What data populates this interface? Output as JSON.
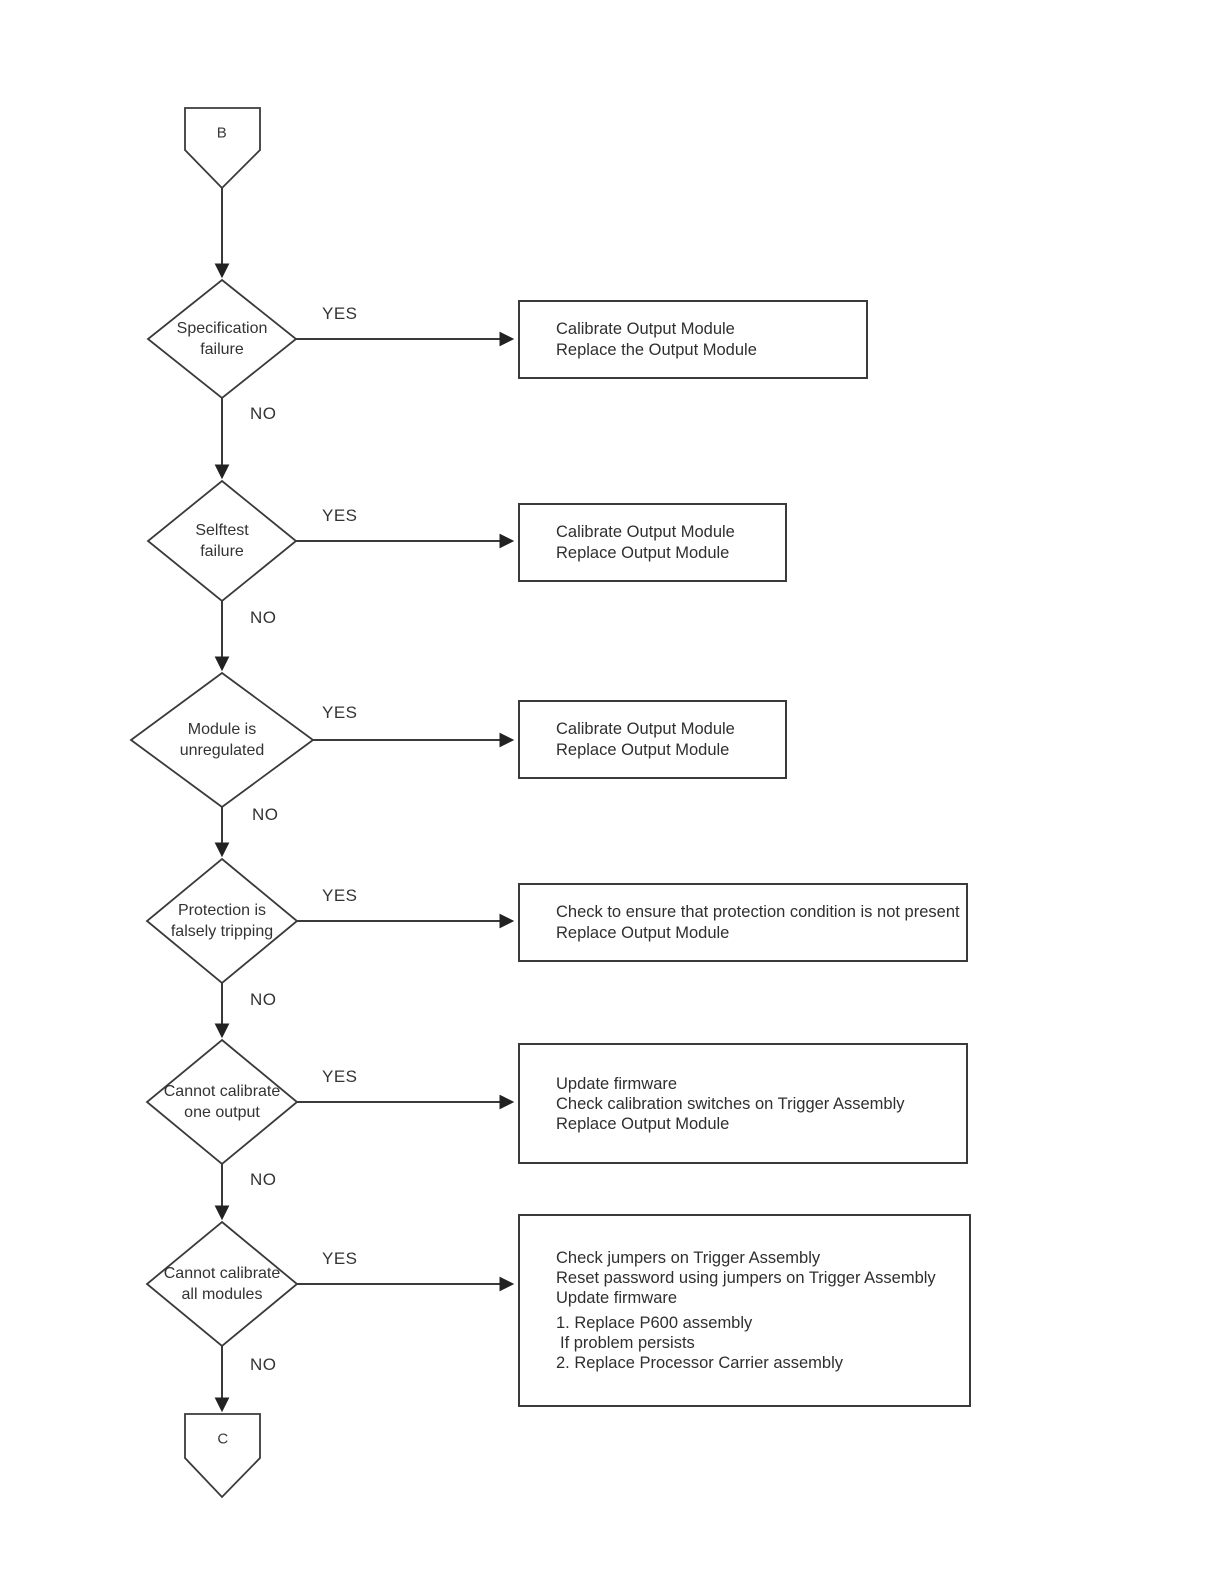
{
  "page": {
    "background": "#ffffff",
    "line_color": "#3a3a3a",
    "text_color": "#2f2f2f"
  },
  "connectors": {
    "entry_label": "B",
    "exit_label": "C"
  },
  "steps": [
    {
      "decision_line1": "Specification",
      "decision_line2": "failure",
      "yes_label": "YES",
      "no_label": "NO",
      "actions": [
        "Calibrate Output Module",
        "Replace the Output Module"
      ]
    },
    {
      "decision_line1": "Selftest",
      "decision_line2": "failure",
      "yes_label": "YES",
      "no_label": "NO",
      "actions": [
        "Calibrate Output Module",
        "Replace Output Module"
      ]
    },
    {
      "decision_line1": "Module is",
      "decision_line2": "unregulated",
      "yes_label": "YES",
      "no_label": "NO",
      "actions": [
        "Calibrate Output Module",
        "Replace Output Module"
      ]
    },
    {
      "decision_line1": "Protection is",
      "decision_line2": "falsely tripping",
      "yes_label": "YES",
      "no_label": "NO",
      "actions": [
        "Check to ensure that protection condition is not present",
        "Replace Output Module"
      ]
    },
    {
      "decision_line1": "Cannot calibrate",
      "decision_line2": "one output",
      "yes_label": "YES",
      "no_label": "NO",
      "actions": [
        "Update firmware",
        "Check calibration switches on Trigger Assembly",
        "Replace Output Module"
      ]
    },
    {
      "decision_line1": "Cannot calibrate",
      "decision_line2": "all modules",
      "yes_label": "YES",
      "no_label": "NO",
      "actions": [
        "Check jumpers on Trigger Assembly",
        "Reset password using jumpers on Trigger Assembly",
        "Update firmware",
        "1. Replace P600 assembly",
        "If problem persists",
        "2. Replace Processor Carrier assembly"
      ]
    }
  ]
}
